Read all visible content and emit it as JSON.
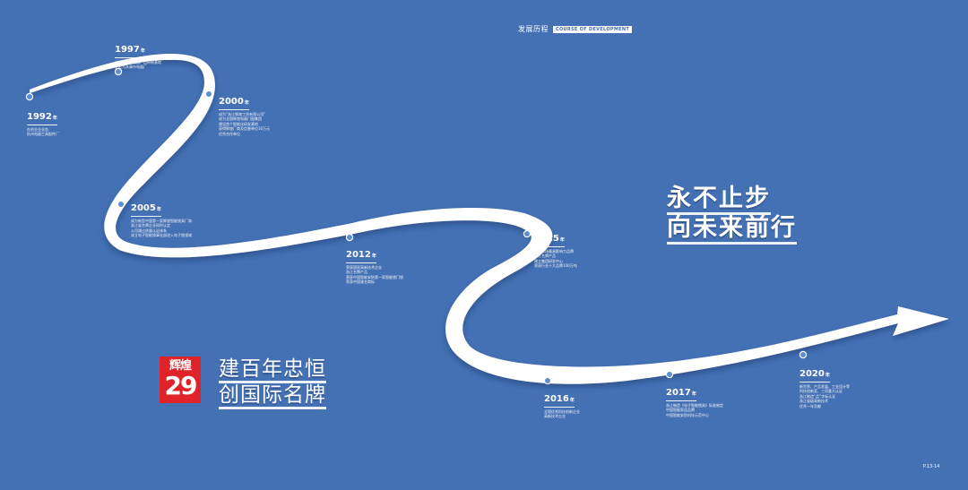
{
  "header": {
    "title_cn": "发展历程",
    "title_en": "COURSE OF DEVELOPMENT"
  },
  "milestones": [
    {
      "year": "1992",
      "suffix": "年",
      "events": [
        "在创业业业务",
        "杭州电器工具配件厂"
      ]
    },
    {
      "year": "1997",
      "suffix": "年",
      "events": [
        "创建第一家电器产品研制基地",
        "更名为永康市电器厂"
      ]
    },
    {
      "year": "2000",
      "suffix": "年",
      "events": [
        "成为“浙江辉煌工贸有限公司”",
        "成为全国辉煌电器门窗集团",
        "建设首个智能化研发基地",
        "获得辉煌厂商及信誉单位10万元",
        "优秀合作单位"
      ]
    },
    {
      "year": "2005",
      "suffix": "年",
      "events": [
        "成为新型中国第一家辉煌智能锁具厂商",
        "浙江省名牌企业同时认定",
        "公司通过质量认证体系",
        "成立电子智能锁事业部进入电子锁领域"
      ]
    },
    {
      "year": "2012",
      "suffix": "年",
      "events": [
        "荣获国家高新技术企业",
        "浙江名牌产品",
        "荣获中国智能安防第一家智能锁门锁",
        "荣获中国驰名商标"
      ]
    },
    {
      "year": "2015",
      "suffix": "年",
      "events": [
        "全国市场最具影响力品牌",
        "浙江名牌产品",
        "建立集团研发中心",
        "荣获行业十大品牌100万吨"
      ]
    },
    {
      "year": "2016",
      "suffix": "年",
      "events": [
        "全国优秀科技创新企业",
        "高新技术企业"
      ]
    },
    {
      "year": "2017",
      "suffix": "年",
      "events": [
        "浙江制造《电子智能锁具》标准制定",
        "中国智能家居品牌",
        "中国智能安防科技示范中心"
      ]
    },
    {
      "year": "2020",
      "suffix": "年",
      "events": [
        "新世界、产品发展、工业设计等",
        "科技创新奖、三项重大认证",
        "浙江制造“品”字标认证",
        "浙江省级高新技术",
        "优秀一年贡献"
      ]
    }
  ],
  "slogan_right": {
    "line1": "永不止步",
    "line2": "向未来前行"
  },
  "logo": {
    "line1": "辉煌",
    "number": "29"
  },
  "slogan_left": {
    "line1": "建百年忠恒",
    "line2": "创国际名牌"
  },
  "page": "P.13-14",
  "colors": {
    "background": "#4470b4",
    "road": "#ffffff",
    "dot": "#5a8fd6",
    "logo": "#e0232a"
  }
}
